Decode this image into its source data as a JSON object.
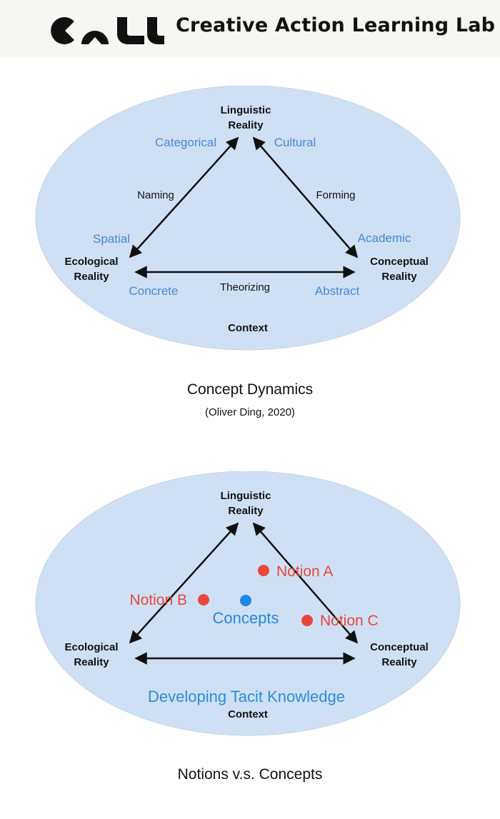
{
  "header": {
    "logo_icon": "call-logo-icon",
    "lab_name": "Creative Action Learning Lab"
  },
  "colors": {
    "ellipse_fill": "#cfe0f4",
    "aspect_text": "#4a86d6",
    "notion_red": "#e8483a",
    "concepts_blue": "#1e88e5"
  },
  "diagram1": {
    "top_node": [
      "Linguistic",
      "Reality"
    ],
    "left_node": [
      "Ecological",
      "Reality"
    ],
    "right_node": [
      "Conceptual",
      "Reality"
    ],
    "context": "Context",
    "edges": {
      "left": "Naming",
      "right": "Forming",
      "bottom": "Theorizing"
    },
    "aspects": {
      "categorical": "Categorical",
      "cultural": "Cultural",
      "spatial": "Spatial",
      "academic": "Academic",
      "concrete": "Concrete",
      "abstract": "Abstract"
    },
    "title": "Concept Dynamics",
    "credit": "(Oliver Ding, 2020)"
  },
  "diagram2": {
    "top_node": [
      "Linguistic",
      "Reality"
    ],
    "left_node": [
      "Ecological",
      "Reality"
    ],
    "right_node": [
      "Conceptual",
      "Reality"
    ],
    "context": "Context",
    "notion_a": "Notion A",
    "notion_b": "Notion B",
    "notion_c": "Notion C",
    "concepts": "Concepts",
    "tacit": "Developing Tacit Knowledge",
    "title": "Notions v.s. Concepts"
  }
}
